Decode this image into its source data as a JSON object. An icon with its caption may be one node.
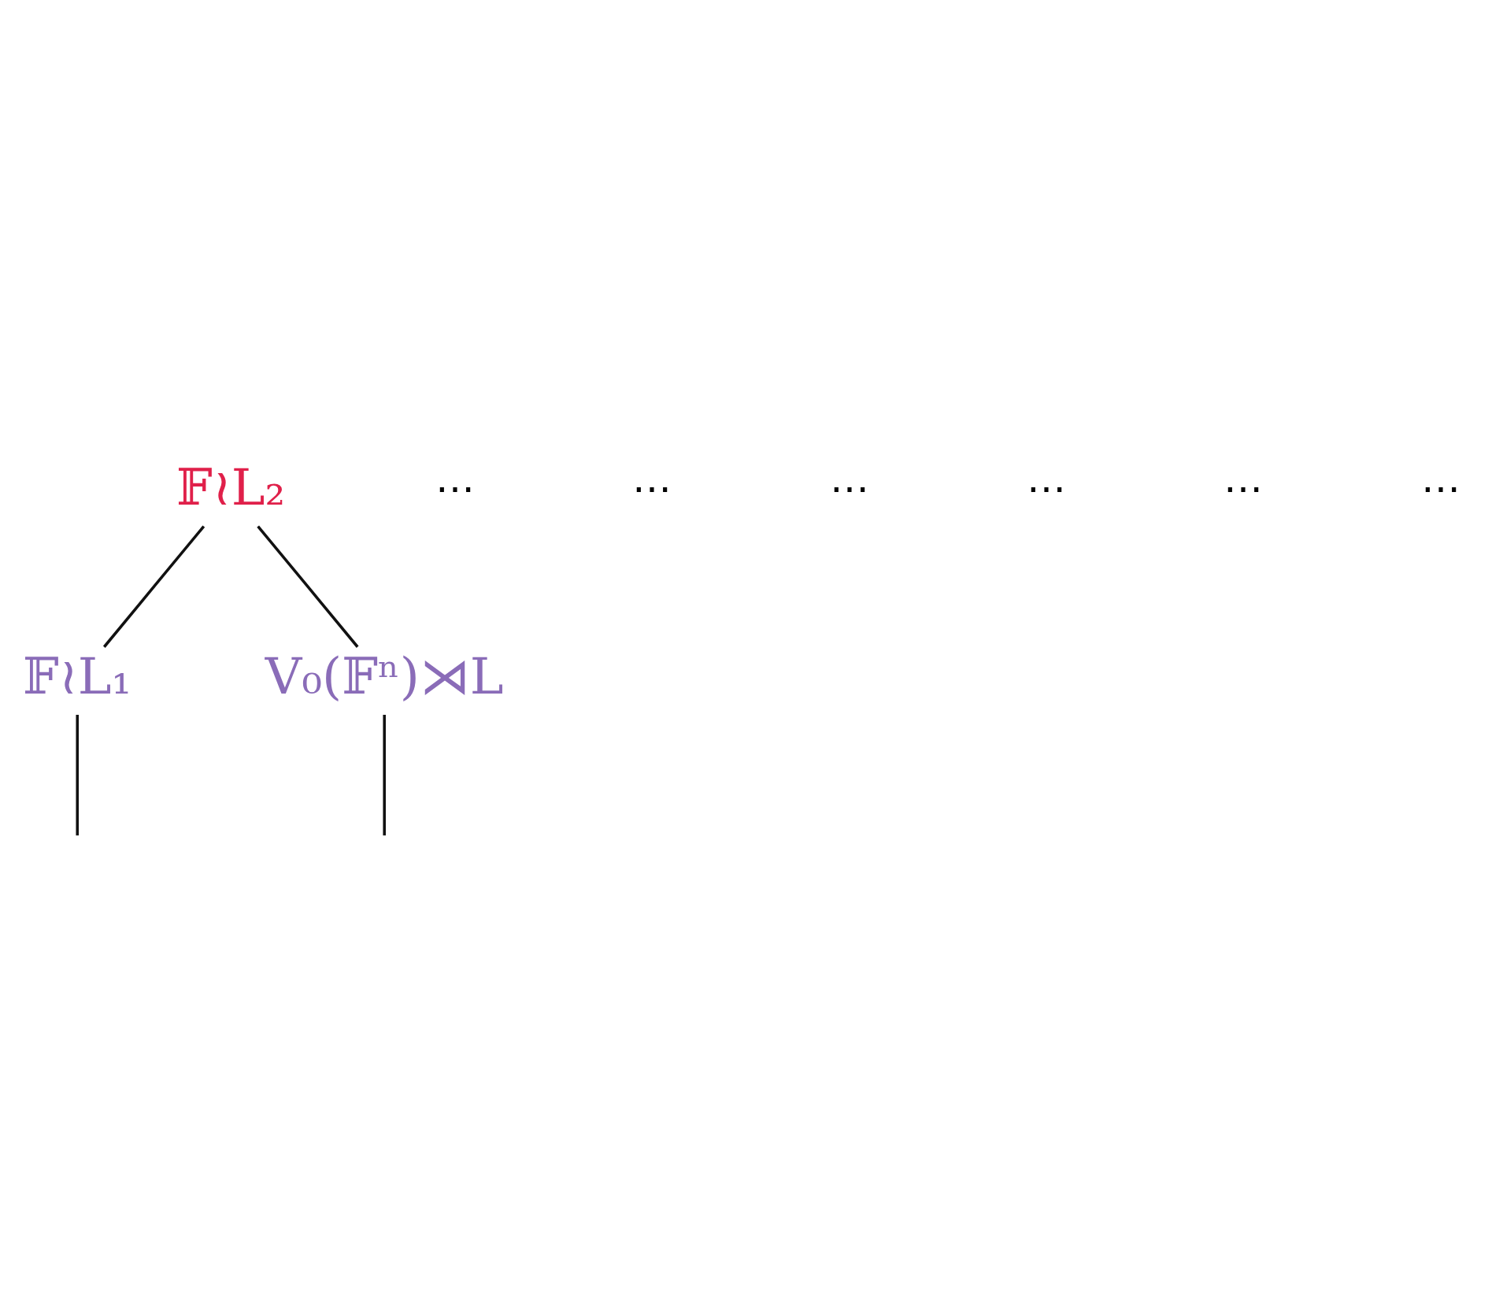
{
  "diagram": {
    "nodes": [
      {
        "text": [
          "𝔽≀L₂"
        ]
      },
      {
        "text": [
          "𝔽≀L₁"
        ]
      },
      {
        "text": [
          "V₀(𝔽ⁿ)⋊L"
        ]
      }
    ],
    "edges": [
      {
        "from": 0,
        "to": 1,
        "arrow": "none"
      },
      {
        "from": 0,
        "to": 2,
        "arrow": "none"
      },
      {
        "from": 1,
        "to": null,
        "arrow": "none"
      },
      {
        "from": 2,
        "to": null,
        "arrow": "none"
      }
    ],
    "labels": [
      "⋯",
      "⋯",
      "⋯",
      "⋯",
      "⋯",
      "⋯"
    ]
  }
}
